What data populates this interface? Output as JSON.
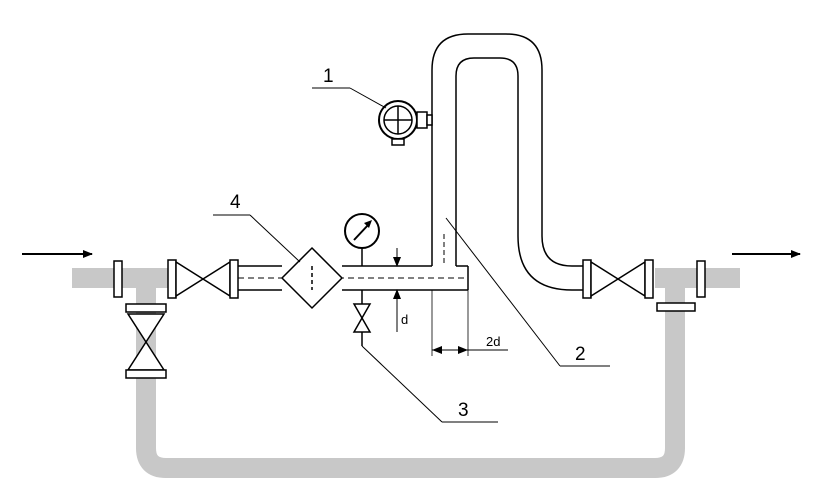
{
  "callouts": [
    {
      "id": "1",
      "label": "1"
    },
    {
      "id": "2",
      "label": "2"
    },
    {
      "id": "3",
      "label": "3"
    },
    {
      "id": "4",
      "label": "4"
    }
  ],
  "dimensions": {
    "pipe_diameter": "d",
    "downstream_offset": "2d"
  },
  "colors": {
    "bypass_pipe": "#c8c8c8",
    "line": "#000000",
    "background": "#ffffff"
  },
  "icons": [
    "flow-in-arrow-icon",
    "flow-out-arrow-icon",
    "gate-valve-icon",
    "filter-icon",
    "pressure-gauge-icon",
    "flow-meter-icon",
    "needle-valve-icon"
  ]
}
